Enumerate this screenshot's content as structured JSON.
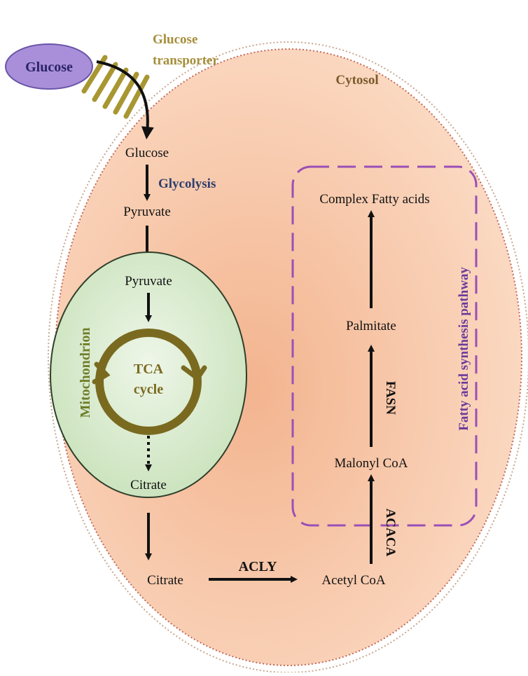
{
  "extracellular": {
    "glucose": "Glucose",
    "transporter_line1": "Glucose",
    "transporter_line2": "transporter"
  },
  "cytosol": {
    "label": "Cytosol",
    "glucose": "Glucose",
    "glycolysis": "Glycolysis",
    "pyruvate": "Pyruvate",
    "citrate": "Citrate",
    "acly": "ACLY",
    "acetyl_coa": "Acetyl CoA"
  },
  "mitochondrion": {
    "label": "Mitochondrion",
    "pyruvate": "Pyruvate",
    "tca_line1": "TCA",
    "tca_line2": "cycle",
    "citrate": "Citrate"
  },
  "fatty_acid_pathway": {
    "label": "Fatty acid synthesis pathway",
    "complex": "Complex Fatty acids",
    "palmitate": "Palmitate",
    "fasn": "FASN",
    "malonyl": "Malonyl CoA",
    "acaca": "ACACA"
  },
  "colors": {
    "cell_fill": "#f6c9ab",
    "mito_fill": "#d9ebcf",
    "glucose_oval": "#a98fd9",
    "glucose_text": "#2a2466",
    "olive": "#7a6a20",
    "blue_label": "#2e3f6e",
    "pathway_border": "#9a4fb6"
  }
}
